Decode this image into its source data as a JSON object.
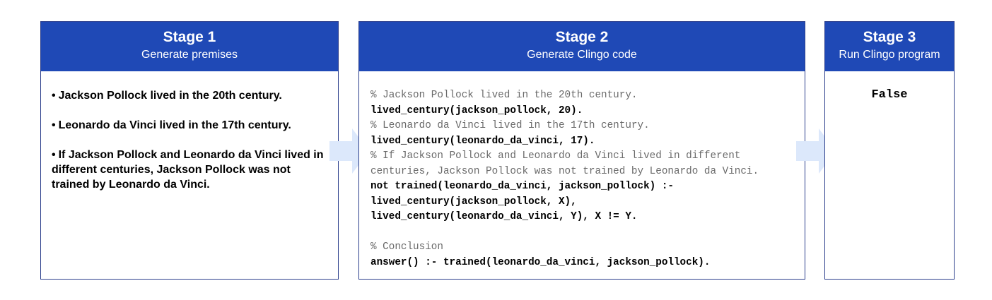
{
  "stages": [
    {
      "title": "Stage 1",
      "subtitle": "Generate premises",
      "premises": [
        "Jackson Pollock lived in the 20th century.",
        "Leonardo da Vinci lived in the 17th century.",
        "If Jackson Pollock and Leonardo da Vinci lived in different centuries, Jackson Pollock was not trained by Leonardo da Vinci."
      ]
    },
    {
      "title": "Stage 2",
      "subtitle": "Generate Clingo code",
      "code_lines": [
        {
          "kind": "comment",
          "text": "% Jackson Pollock lived in the 20th century."
        },
        {
          "kind": "stmt",
          "text": "lived_century(jackson_pollock, 20)."
        },
        {
          "kind": "comment",
          "text": "% Leonardo da Vinci lived in the 17th century."
        },
        {
          "kind": "stmt",
          "text": "lived_century(leonardo_da_vinci, 17)."
        },
        {
          "kind": "comment",
          "text": "% If Jackson Pollock and Leonardo da Vinci lived in different"
        },
        {
          "kind": "comment",
          "text": "centuries, Jackson Pollock was not trained by Leonardo da Vinci."
        },
        {
          "kind": "stmt",
          "text": "not trained(leonardo_da_vinci, jackson_pollock) :-"
        },
        {
          "kind": "stmt",
          "text": "lived_century(jackson_pollock, X),"
        },
        {
          "kind": "stmt",
          "text": "lived_century(leonardo_da_vinci, Y), X != Y."
        },
        {
          "kind": "blank",
          "text": ""
        },
        {
          "kind": "comment",
          "text": "% Conclusion"
        },
        {
          "kind": "stmt",
          "text": "answer() :- trained(leonardo_da_vinci, jackson_pollock)."
        }
      ]
    },
    {
      "title": "Stage 3",
      "subtitle": "Run Clingo program",
      "result": "False"
    }
  ],
  "bullet_char": "•",
  "arrows": [
    {
      "icon": "arrow-right-icon",
      "color": "#dce8fb"
    },
    {
      "icon": "arrow-right-icon",
      "color": "#dce8fb"
    }
  ],
  "colors": {
    "header_bg": "#1f49b6",
    "border": "#2c3f8c",
    "comment": "#6a6a6a",
    "arrow": "#dce8fb"
  }
}
